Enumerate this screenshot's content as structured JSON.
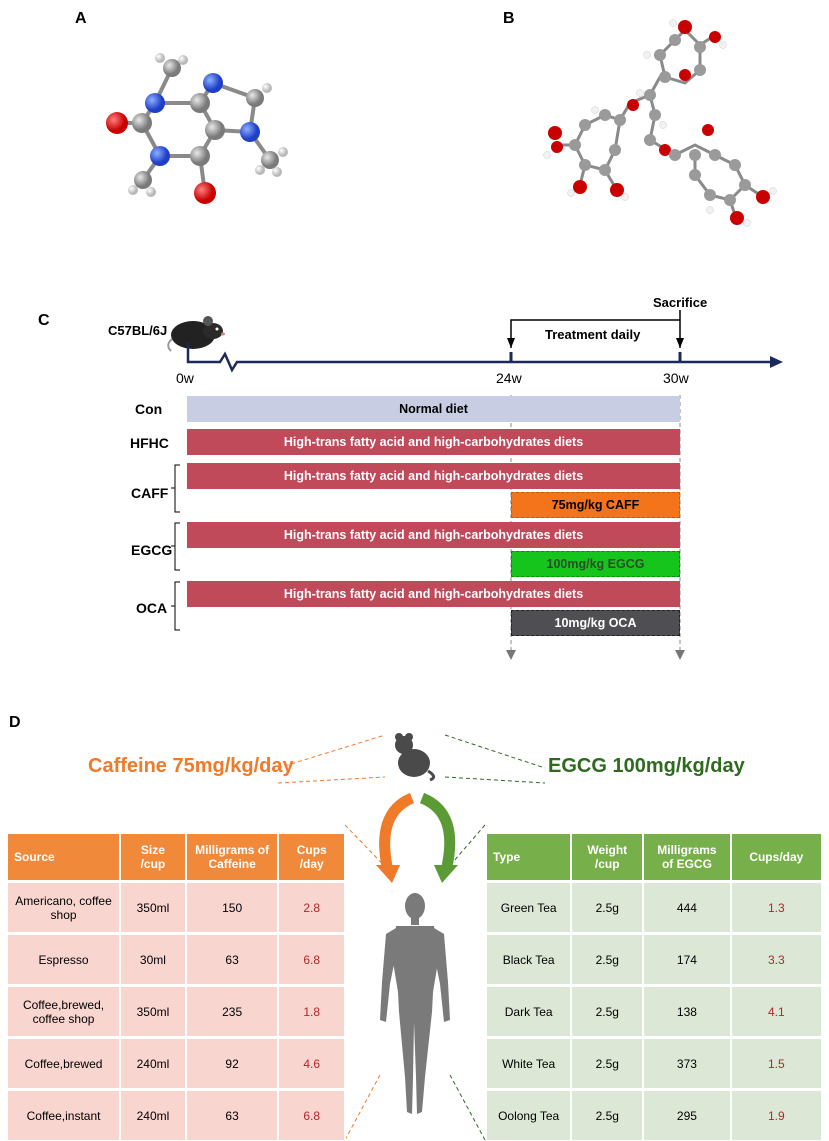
{
  "panels": {
    "a": "A",
    "b": "B",
    "c": "C",
    "d": "D"
  },
  "timeline": {
    "strain": "C57BL/6J",
    "sacrifice": "Sacrifice",
    "treatment": "Treatment daily",
    "ticks": [
      "0w",
      "24w",
      "30w"
    ]
  },
  "groups": {
    "con": "Con",
    "hfhc": "HFHC",
    "caff": "CAFF",
    "egcg": "EGCG",
    "oca": "OCA"
  },
  "bars": {
    "normal": "Normal diet",
    "hfhc": "High-trans fatty acid and high-carbohydrates diets",
    "caff_dose": "75mg/kg CAFF",
    "egcg_dose": "100mg/kg EGCG",
    "oca_dose": "10mg/kg OCA"
  },
  "doses": {
    "caffeine": "Caffeine 75mg/kg/day",
    "egcg": "EGCG 100mg/kg/day"
  },
  "colors": {
    "hfhc": "#c0495a",
    "normal": "#c8cde3",
    "caff": "#f4741c",
    "egcg": "#16c51b",
    "oca": "#4f4f53",
    "axis": "#1b2a5a"
  },
  "caffeine_table": {
    "headers": [
      "Source",
      "Size /cup",
      "Milligrams of Caffeine",
      "Cups /day"
    ],
    "rows": [
      [
        "Americano, coffee shop",
        "350ml",
        "150",
        "2.8"
      ],
      [
        "Espresso",
        "30ml",
        "63",
        "6.8"
      ],
      [
        "Coffee,brewed, coffee shop",
        "350ml",
        "235",
        "1.8"
      ],
      [
        "Coffee,brewed",
        "240ml",
        "92",
        "4.6"
      ],
      [
        "Coffee,instant",
        "240ml",
        "63",
        "6.8"
      ]
    ]
  },
  "egcg_table": {
    "headers": [
      "Type",
      "Weight /cup",
      "Milligrams of EGCG",
      "Cups/day"
    ],
    "rows": [
      [
        "Green Tea",
        "2.5g",
        "444",
        "1.3"
      ],
      [
        "Black Tea",
        "2.5g",
        "174",
        "3.3"
      ],
      [
        "Dark Tea",
        "2.5g",
        "138",
        "4.1"
      ],
      [
        "White Tea",
        "2.5g",
        "373",
        "1.5"
      ],
      [
        "Oolong Tea",
        "2.5g",
        "295",
        "1.9"
      ]
    ]
  },
  "icons": [
    "caffeine-molecule-icon",
    "egcg-molecule-icon",
    "mouse-icon",
    "human-body-icon",
    "orange-arrow-icon",
    "green-arrow-icon"
  ]
}
